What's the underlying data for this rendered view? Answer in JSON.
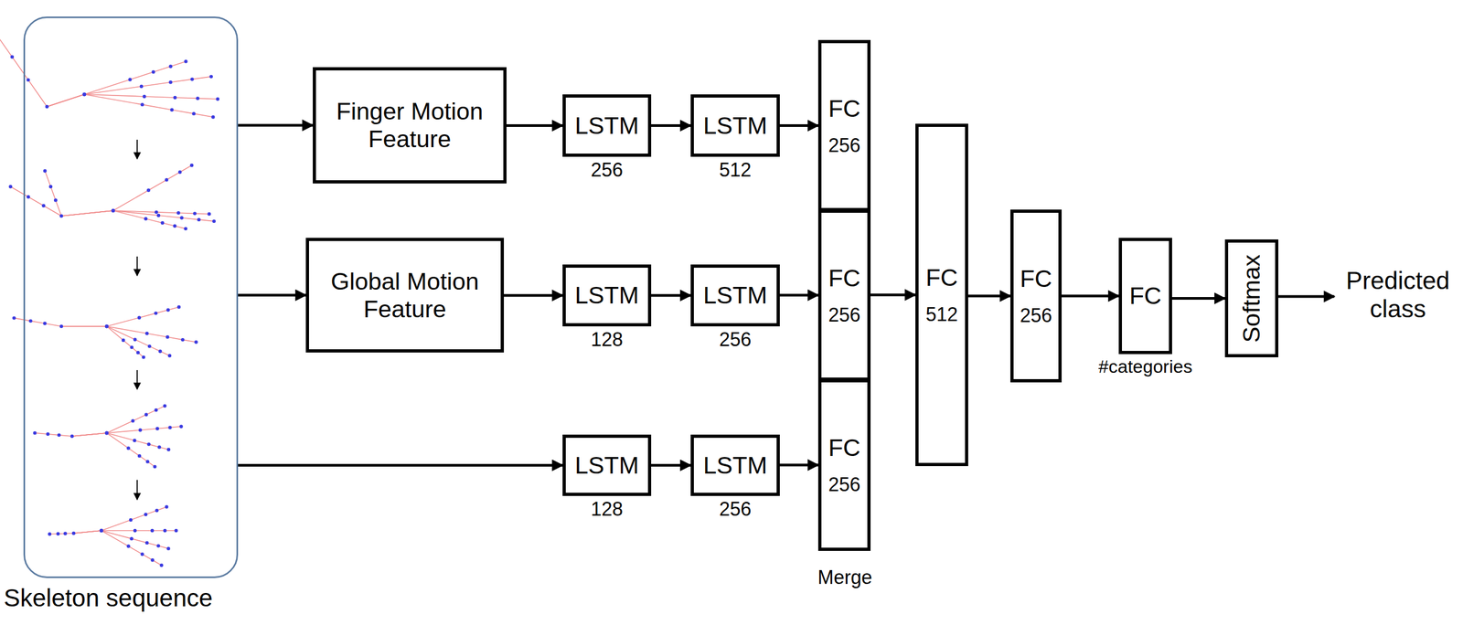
{
  "diagram": {
    "nodes": [
      {
        "text": [
          "Skeleton sequence"
        ]
      },
      {
        "text": [
          "Finger Motion Feature"
        ]
      },
      {
        "text": [
          "Global Motion Feature"
        ]
      },
      {
        "text": [
          "LSTM",
          "256"
        ]
      },
      {
        "text": [
          "LSTM",
          "512"
        ]
      },
      {
        "text": [
          "FC",
          "256"
        ]
      },
      {
        "text": [
          "LSTM",
          "128"
        ]
      },
      {
        "text": [
          "LSTM",
          "256"
        ]
      },
      {
        "text": [
          "FC",
          "256"
        ]
      },
      {
        "text": [
          "LSTM",
          "128"
        ]
      },
      {
        "text": [
          "LSTM",
          "256"
        ]
      },
      {
        "text": [
          "FC",
          "256"
        ]
      },
      {
        "text": [
          "FC",
          "512"
        ]
      },
      {
        "text": [
          "FC",
          "256"
        ]
      },
      {
        "text": [
          "FC",
          "#categories"
        ]
      },
      {
        "text": [
          "Softmax"
        ]
      }
    ],
    "edges": [
      {
        "from": 0,
        "to": 1,
        "arrow": "to"
      },
      {
        "from": 0,
        "to": 2,
        "arrow": "to"
      },
      {
        "from": 0,
        "to": 9,
        "arrow": "to"
      },
      {
        "from": 1,
        "to": 3,
        "arrow": "to"
      },
      {
        "from": 3,
        "to": 4,
        "arrow": "to"
      },
      {
        "from": 4,
        "to": 5,
        "arrow": "to"
      },
      {
        "from": 2,
        "to": 6,
        "arrow": "to"
      },
      {
        "from": 6,
        "to": 7,
        "arrow": "to"
      },
      {
        "from": 7,
        "to": 8,
        "arrow": "to"
      },
      {
        "from": 9,
        "to": 10,
        "arrow": "to"
      },
      {
        "from": 10,
        "to": 11,
        "arrow": "to"
      },
      {
        "from": 8,
        "to": 12,
        "arrow": "to"
      },
      {
        "from": 12,
        "to": 13,
        "arrow": "to"
      },
      {
        "from": 13,
        "to": 14,
        "arrow": "to"
      },
      {
        "from": 14,
        "to": 15,
        "arrow": "to"
      }
    ],
    "labels": [
      "Merge",
      "Predicted class"
    ]
  }
}
